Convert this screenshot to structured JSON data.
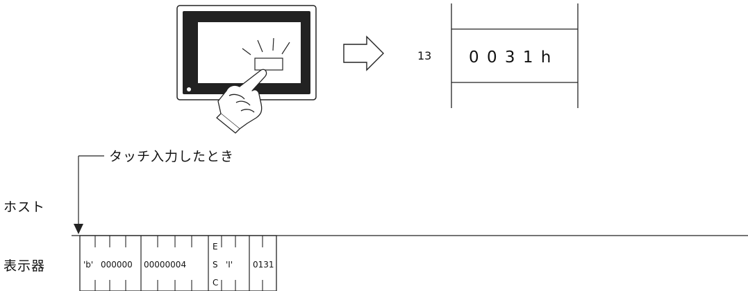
{
  "register": {
    "address": "13",
    "value": "0 0 3 1 h"
  },
  "event_label": "タッチ入力したとき",
  "rows": {
    "host": "ホスト",
    "display": "表示器"
  },
  "frame_fields": [
    {
      "id": "cmd",
      "text": "'b'"
    },
    {
      "id": "f1",
      "text": "000000"
    },
    {
      "id": "f2",
      "text": "00000004"
    },
    {
      "id": "esc1",
      "text": "E"
    },
    {
      "id": "esc2",
      "text": "S"
    },
    {
      "id": "esc3",
      "text": "C"
    },
    {
      "id": "term",
      "text": "'I'"
    },
    {
      "id": "data",
      "text": "0131"
    }
  ]
}
